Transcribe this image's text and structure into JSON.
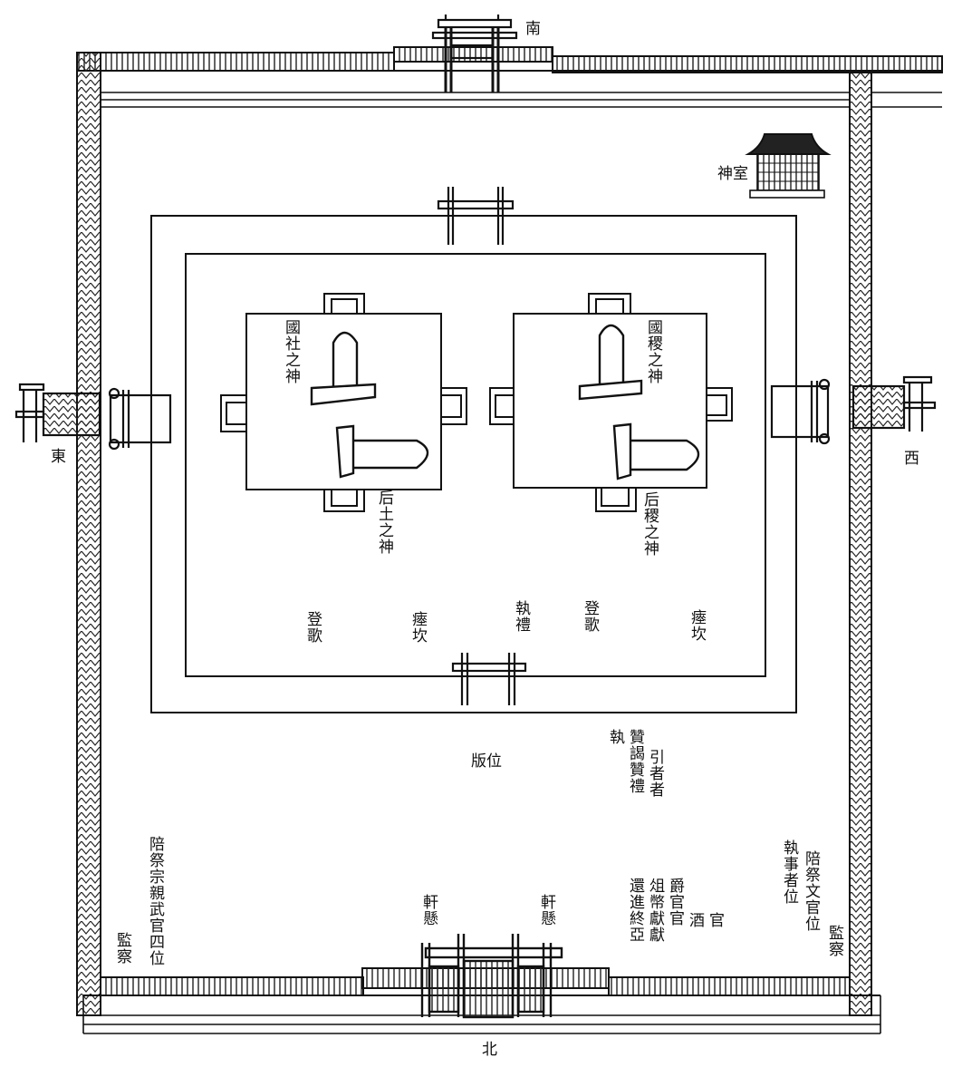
{
  "directions": {
    "south": "南",
    "north": "北",
    "east": "東",
    "west": "西"
  },
  "shrine_room": "神室",
  "altars": {
    "left_tablet": "國社之神",
    "left_base": "后土之神",
    "right_tablet": "國稷之神",
    "right_base": "后稷之神"
  },
  "inner_labels": {
    "dengge_left": "登歌",
    "yikan_left": "瘞坎",
    "zhili": "執禮",
    "dengge_right": "登歌",
    "yikan_right": "瘞坎"
  },
  "banwei": "版位",
  "officials_right": {
    "col1": "執",
    "col2": "贊謁贊禮",
    "col3": "引者者"
  },
  "lower_left": {
    "col1": "陪祭宗親武官四位",
    "col2": "監察"
  },
  "xuanxuan_left": "軒懸",
  "xuanxuan_right": "軒懸",
  "offering_officials": {
    "col1": "還進終亞",
    "col2": "俎幣獻獻",
    "col3": "爵官官",
    "col4": "酒",
    "col5": "官"
  },
  "lower_right": {
    "col1": "執事者位",
    "col2": "陪祭文官位",
    "col3": "監察"
  }
}
